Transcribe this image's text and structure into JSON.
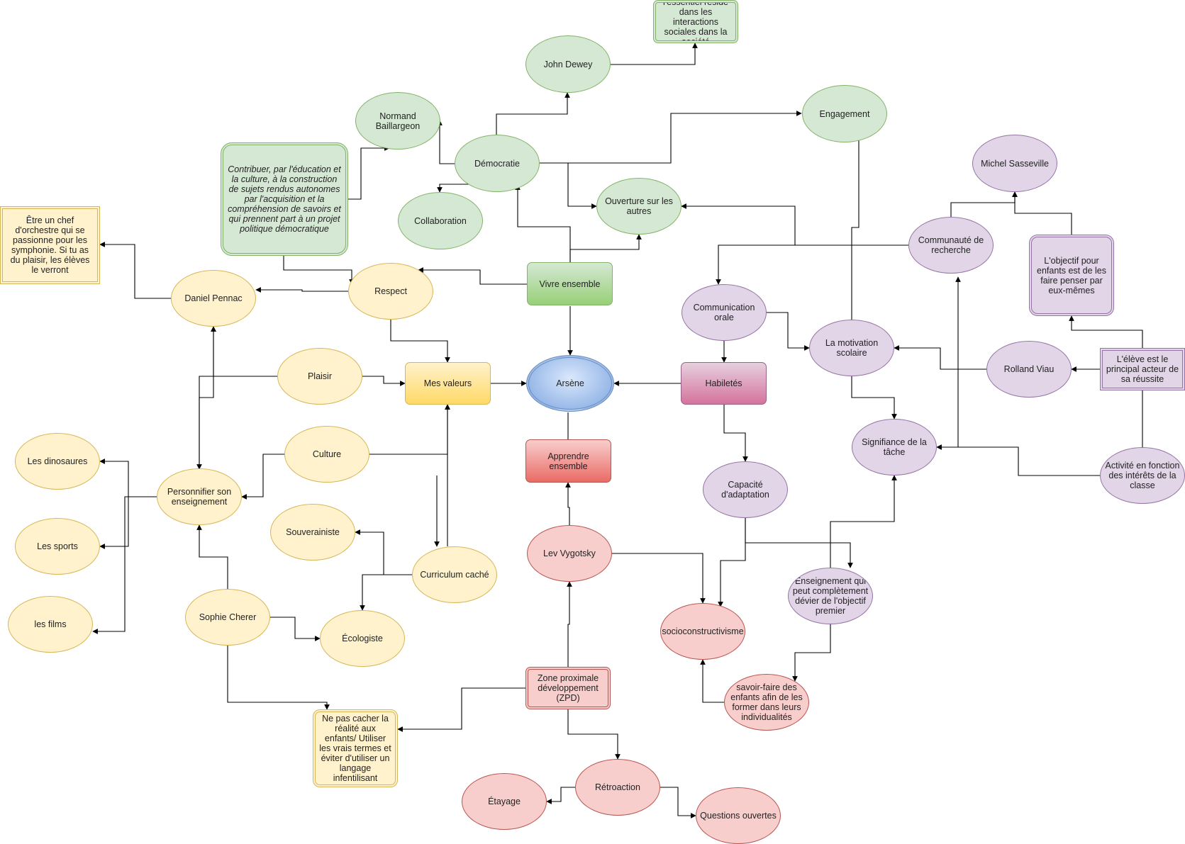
{
  "nodes": {
    "arsene": "Arsène",
    "mes_valeurs": "Mes valeurs",
    "vivre_ensemble": "Vivre ensemble",
    "habiletes": "Habiletés",
    "apprendre_ensemble": "Apprendre ensemble",
    "democratie": "Démocratie",
    "john_dewey": "John Dewey",
    "essentiel": "l'essentiel réside dans les interactions sociales dans la société",
    "normand": "Normand Baillargeon",
    "collaboration": "Collaboration",
    "engagement": "Engagement",
    "ouverture": "Ouverture sur les autres",
    "contribuer": "Contribuer, par l'éducation et la culture, à la construction de sujets rendus autonomes par l'acquisition et la compréhension de savoirs et qui prennent part à un projet politique démocratique",
    "etre_chef": "Être un chef d'orchestre qui se passionne pour les symphonie. Si tu as du plaisir, les élèves le verront",
    "daniel_pennac": "Daniel Pennac",
    "respect": "Respect",
    "plaisir": "Plaisir",
    "culture": "Culture",
    "personnifier": "Personnifier son enseignement",
    "dinosaures": "Les dinosaures",
    "sports": "Les sports",
    "films": "les films",
    "souverainiste": "Souverainiste",
    "curriculum": "Curriculum caché",
    "sophie": "Sophie Cherer",
    "ecologiste": "Écologiste",
    "ne_pas_cacher": "Ne pas cacher la réalité aux enfants/ Utiliser les vrais termes et éviter d'utiliser un langage infentilisant",
    "michel": "Michel Sasseville",
    "communaute": "Communauté de recherche",
    "objectif": "L'objectif pour enfants est de les faire penser par eux-mêmes",
    "communication": "Communication orale",
    "motivation": "La motivation scolaire",
    "rolland": "Rolland Viau",
    "eleve": "L'élève est le principal acteur de sa réussite",
    "signifiance": "Signifiance de la tâche",
    "activite": "Activité en fonction des intérêts de la classe",
    "capacite": "Capacité d'adaptation",
    "enseignement_devier": "Enseignement qui peut complètement dévier de l'objectif premier",
    "lev": "Lev Vygotsky",
    "socio": "socioconstructivisme",
    "savoir_faire": "savoir-faire des enfants afin de les former dans leurs individualités",
    "zpd": "Zone proximale développement (ZPD)",
    "retroaction": "Rétroaction",
    "etayage": "Étayage",
    "questions": "Questions ouvertes"
  },
  "colors": {
    "green": "#d5e8d4",
    "yellow": "#fff2cc",
    "purple": "#e1d5e7",
    "pink": "#f8cecc",
    "blue": "#dae8fc",
    "edge": "#000000"
  }
}
